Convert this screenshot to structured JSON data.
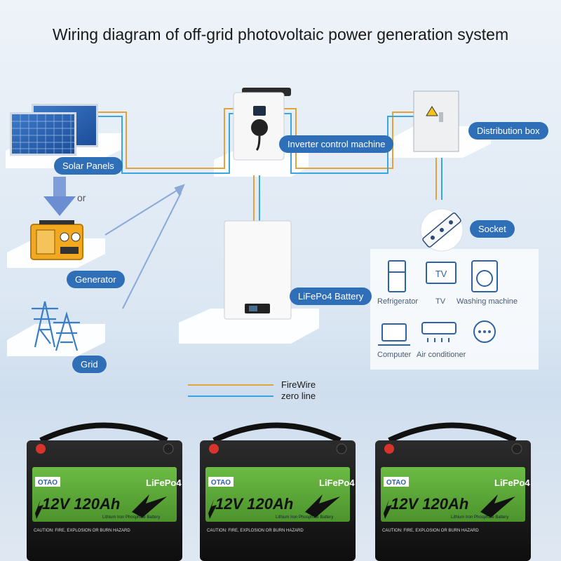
{
  "title": "Wiring diagram of off-grid photovoltaic power generation system",
  "labels": {
    "solar_panels": "Solar Panels",
    "or": "or",
    "generator": "Generator",
    "grid": "Grid",
    "inverter": "Inverter control machine",
    "battery": "LiFePo4 Battery",
    "distribution": "Distribution box",
    "socket": "Socket"
  },
  "appliances": [
    "Refrigerator",
    "TV",
    "Washing machine",
    "Computer",
    "Air conditioner"
  ],
  "legend": {
    "fire": "FireWire",
    "zero": "zero line"
  },
  "colors": {
    "fire": "#e1a33d",
    "zero": "#3aa6e0",
    "tag": "#2f6fb8",
    "battery_green": "#5fa83a"
  },
  "battery": {
    "brand": "OTAO",
    "chem": "LiFePo4",
    "rating": "12V 120Ah",
    "subtitle": "Lithium Iron Phosphate Battery",
    "caution": "CAUTION: FIRE, EXPLOSION OR BURN HAZARD"
  }
}
